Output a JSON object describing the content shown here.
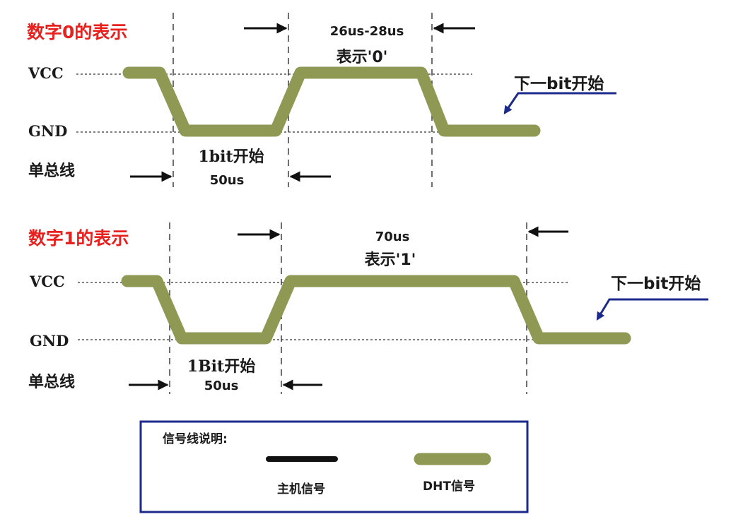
{
  "colors": {
    "title": "#e8201e",
    "dht_signal": "#8f9954",
    "host_signal": "#111111",
    "pointer": "#1c2a8c",
    "legend_border": "#1c2a8c"
  },
  "panel0": {
    "title": "数字0的表示",
    "vcc": "VCC",
    "gnd": "GND",
    "bus": "单总线",
    "start": "1bit开始",
    "start_time": "50us",
    "high_time": "26us-28us",
    "meaning": "表示'0'",
    "next": "下一bit开始"
  },
  "panel1": {
    "title": "数字1的表示",
    "vcc": "VCC",
    "gnd": "GND",
    "bus": "单总线",
    "start": "1Bit开始",
    "start_time": "50us",
    "high_time": "70us",
    "meaning": "表示'1'",
    "next": "下一bit开始"
  },
  "legend": {
    "title": "信号线说明:",
    "host": "主机信号",
    "dht": "DHT信号"
  }
}
